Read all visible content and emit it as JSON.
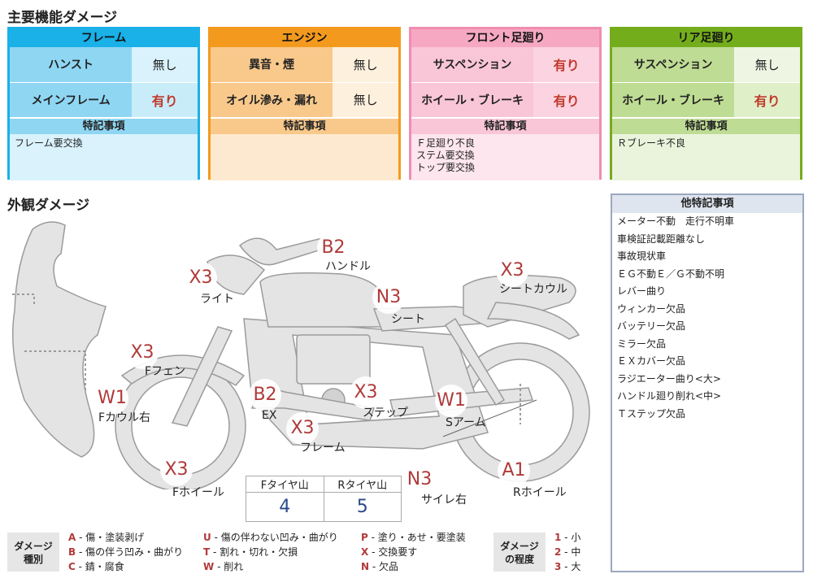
{
  "main_title": "主要機能ダメージ",
  "panels": [
    {
      "title": "フレーム",
      "rows": [
        {
          "label": "ハンスト",
          "value": "無し"
        },
        {
          "label": "メインフレーム",
          "value": "有り"
        }
      ],
      "notes_title": "特記事項",
      "notes": [
        "フレーム要交換"
      ],
      "colors": {
        "border": "#1ab0e8",
        "header": "#1ab0e8",
        "row": "#8fd6f3",
        "notes": "#d9f2fc",
        "val": "#d9f2fc",
        "val_yes": "#c9ecf9"
      }
    },
    {
      "title": "エンジン",
      "rows": [
        {
          "label": "異音・煙",
          "value": "無し"
        },
        {
          "label": "オイル滲み・漏れ",
          "value": "無し"
        }
      ],
      "notes_title": "特記事項",
      "notes": [],
      "colors": {
        "border": "#f39a1e",
        "header": "#f39a1e",
        "row": "#f8c98b",
        "notes": "#fde9cf",
        "val": "#fdf0dd",
        "val_yes": "#fde9cf"
      }
    },
    {
      "title": "フロント足廻り",
      "rows": [
        {
          "label": "サスペンション",
          "value": "有り"
        },
        {
          "label": "ホイール・ブレーキ",
          "value": "有り"
        }
      ],
      "notes_title": "特記事項",
      "notes": [
        "Ｆ足廻り不良",
        "ステム要交換",
        "トップ要交換"
      ],
      "colors": {
        "border": "#f08db0",
        "header": "#f6a8c2",
        "row": "#f9c6d7",
        "notes": "#fde6ee",
        "val": "#fde6ee",
        "val_yes": "#fbd3e1"
      }
    },
    {
      "title": "リア足廻り",
      "rows": [
        {
          "label": "サスペンション",
          "value": "無し"
        },
        {
          "label": "ホイール・ブレーキ",
          "value": "有り"
        }
      ],
      "notes_title": "特記事項",
      "notes": [
        "Ｒブレーキ不良"
      ],
      "colors": {
        "border": "#74ad1c",
        "header": "#74ad1c",
        "row": "#bfdc94",
        "notes": "#eaf4dc",
        "val": "#eef6e3",
        "val_yes": "#dff0c9"
      }
    }
  ],
  "exterior_title": "外観ダメージ",
  "other_notes": {
    "title": "他特記事項",
    "items": [
      "メーター不動　走行不明車",
      "車検証記載距離なし",
      "事故現状車",
      "ＥＧ不動Ｅ／Ｇ不動不明",
      "レバー曲り",
      "ウィンカー欠品",
      "バッテリー欠品",
      "ミラー欠品",
      "ＥＸカバー欠品",
      "ラジエーター曲り<大>",
      "ハンドル廻り削れ<中>",
      "Ｔステップ欠品"
    ]
  },
  "damage_marks": [
    {
      "code": "B2",
      "label": "ハンドル"
    },
    {
      "code": "X3",
      "label": "ライト"
    },
    {
      "code": "X3",
      "label": "シートカウル"
    },
    {
      "code": "N3",
      "label": "シート"
    },
    {
      "code": "X3",
      "label": "Fフェン"
    },
    {
      "code": "W1",
      "label": "Fカウル右"
    },
    {
      "code": "B2",
      "label": "EX"
    },
    {
      "code": "X3",
      "label": "ステップ"
    },
    {
      "code": "W1",
      "label": "Sアーム"
    },
    {
      "code": "X3",
      "label": "フレーム"
    },
    {
      "code": "X3",
      "label": "Fホイール"
    },
    {
      "code": "N3",
      "label": "サイレ右"
    },
    {
      "code": "A1",
      "label": "Rホイール"
    }
  ],
  "tires": {
    "front_label": "Fタイヤ山",
    "rear_label": "Rタイヤ山",
    "front_value": "4",
    "rear_value": "5"
  },
  "legend": {
    "type_title": [
      "ダメージ",
      "種別"
    ],
    "types": [
      {
        "key": "A",
        "text": "傷・塗装剥げ"
      },
      {
        "key": "B",
        "text": "傷の伴う凹み・曲がり"
      },
      {
        "key": "C",
        "text": "錆・腐食"
      },
      {
        "key": "U",
        "text": "傷の伴わない凹み・曲がり"
      },
      {
        "key": "T",
        "text": "割れ・切れ・欠損"
      },
      {
        "key": "W",
        "text": "削れ"
      },
      {
        "key": "P",
        "text": "塗り・あせ・要塗装"
      },
      {
        "key": "X",
        "text": "交換要す"
      },
      {
        "key": "N",
        "text": "欠品"
      }
    ],
    "degree_title": [
      "ダメージ",
      "の程度"
    ],
    "degrees": [
      {
        "key": "1",
        "text": "小"
      },
      {
        "key": "2",
        "text": "中"
      },
      {
        "key": "3",
        "text": "大"
      }
    ]
  }
}
